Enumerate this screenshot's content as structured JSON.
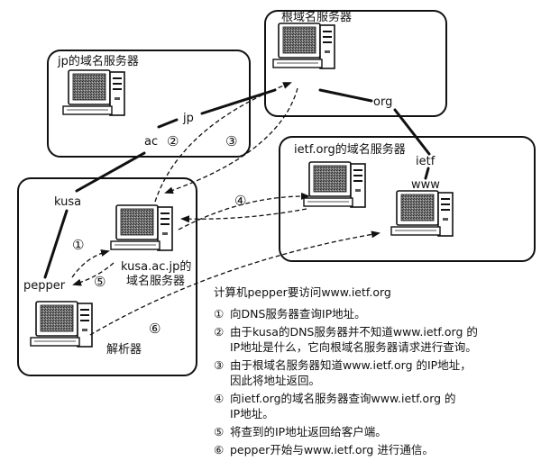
{
  "boxes": {
    "root": "根域名服务器",
    "jp": "jp的域名服务器",
    "ietf": "ietf.org的域名服务器",
    "kusa_line1": "kusa.ac.jp的",
    "kusa_line2": "域名服务器",
    "resolver": "解析器"
  },
  "nodes": {
    "jp": "jp",
    "ac": "ac",
    "org": "org",
    "ietf": "ietf",
    "www": "www",
    "kusa": "kusa",
    "pepper": "pepper"
  },
  "steps": [
    "①",
    "②",
    "③",
    "④",
    "⑤",
    "⑥"
  ],
  "legend": {
    "title": "计算机pepper要访问www.ietf.org",
    "items": [
      {
        "mark": "①",
        "text": "向DNS服务器查询IP地址。"
      },
      {
        "mark": "②",
        "text": "由于kusa的DNS服务器并不知道www.ietf.org 的\nIP地址是什么，它向根域名服务器请求进行查询。"
      },
      {
        "mark": "③",
        "text": "由于根域名服务器知道www.ietf.org 的IP地址，\n因此将地址返回。"
      },
      {
        "mark": "④",
        "text": "向ietf.org的域名服务器查询www.ietf.org 的\nIP地址。"
      },
      {
        "mark": "⑤",
        "text": "将查到的IP地址返回给客户端。"
      },
      {
        "mark": "⑥",
        "text": "pepper开始与www.ietf.org  进行通信。"
      }
    ]
  }
}
